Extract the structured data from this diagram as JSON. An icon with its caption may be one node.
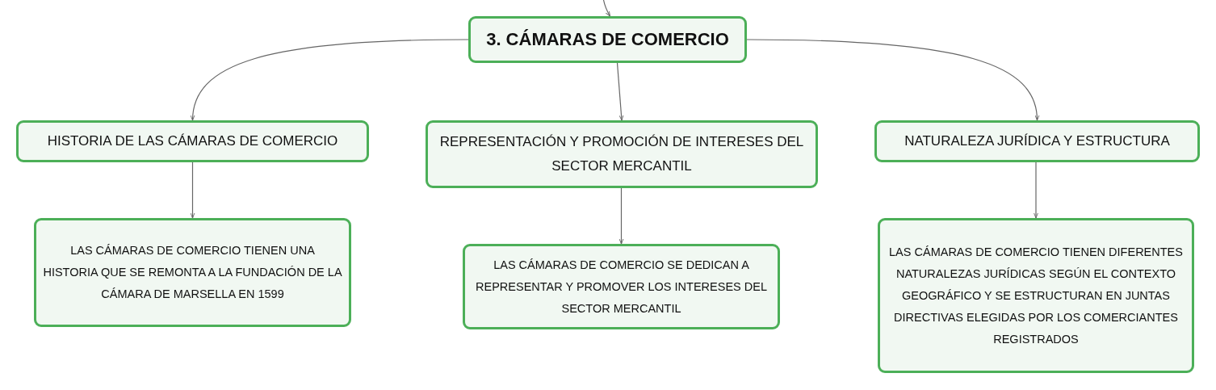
{
  "diagram": {
    "nodes": [
      {
        "text": [
          "3. CÁMARAS DE COMERCIO"
        ]
      },
      {
        "text": [
          "HISTORIA DE LAS CÁMARAS DE COMERCIO"
        ]
      },
      {
        "text": [
          "REPRESENTACIÓN Y PROMOCIÓN DE INTERESES DEL SECTOR MERCANTIL"
        ]
      },
      {
        "text": [
          "NATURALEZA JURÍDICA Y ESTRUCTURA"
        ]
      },
      {
        "text": [
          "LAS CÁMARAS DE COMERCIO TIENEN UNA HISTORIA QUE SE REMONTA A LA FUNDACIÓN DE LA CÁMARA DE MARSELLA EN 1599"
        ]
      },
      {
        "text": [
          "LAS CÁMARAS DE COMERCIO SE DEDICAN A REPRESENTAR Y PROMOVER LOS INTERESES DEL SECTOR MERCANTIL"
        ]
      },
      {
        "text": [
          "LAS CÁMARAS DE COMERCIO TIENEN DIFERENTES NATURALEZAS JURÍDICAS SEGÚN EL CONTEXTO GEOGRÁFICO Y SE ESTRUCTURAN EN JUNTAS DIRECTIVAS ELEGIDAS POR LOS COMERCIANTES REGISTRADOS"
        ]
      }
    ],
    "edges": [
      {
        "from": null,
        "to": 0,
        "arrow": "to"
      },
      {
        "from": 0,
        "to": 1,
        "arrow": "to"
      },
      {
        "from": 0,
        "to": 2,
        "arrow": "to"
      },
      {
        "from": 0,
        "to": 3,
        "arrow": "to"
      },
      {
        "from": 1,
        "to": 4,
        "arrow": "to"
      },
      {
        "from": 2,
        "to": 5,
        "arrow": "to"
      },
      {
        "from": 3,
        "to": 6,
        "arrow": "to"
      }
    ]
  }
}
